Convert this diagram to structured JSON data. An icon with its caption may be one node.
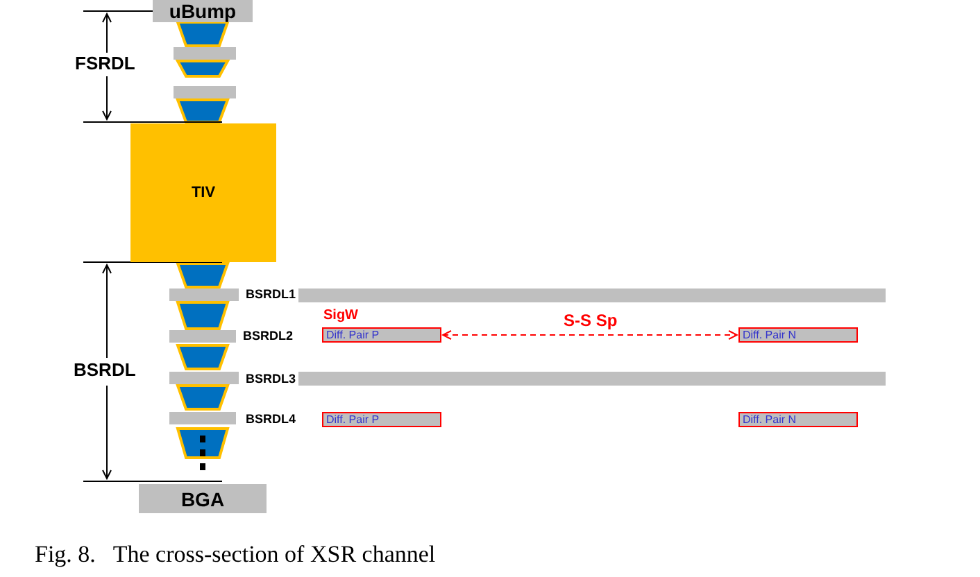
{
  "diagram": {
    "caption": "Fig. 8.   The cross-section of XSR channel",
    "nodes": [
      {
        "text": [
          "uBump"
        ]
      },
      {
        "text": [
          "TIV"
        ]
      },
      {
        "text": [
          "BGA"
        ]
      },
      {
        "text": [
          "Diff. Pair P"
        ],
        "beside": [
          "SigW"
        ]
      },
      {
        "text": [
          "Diff. Pair N"
        ]
      },
      {
        "text": [
          "Diff. Pair P"
        ]
      },
      {
        "text": [
          "Diff. Pair N"
        ]
      }
    ],
    "edges": [
      {
        "from": 3,
        "to": 4,
        "arrow": "both",
        "label": "S-S Sp",
        "style": "dashed",
        "color": "#ff0000"
      }
    ],
    "labels": [
      "FSRDL",
      "BSRDL1",
      "BSRDL2",
      "BSRDL",
      "BSRDL3",
      "BSRDL4"
    ]
  }
}
